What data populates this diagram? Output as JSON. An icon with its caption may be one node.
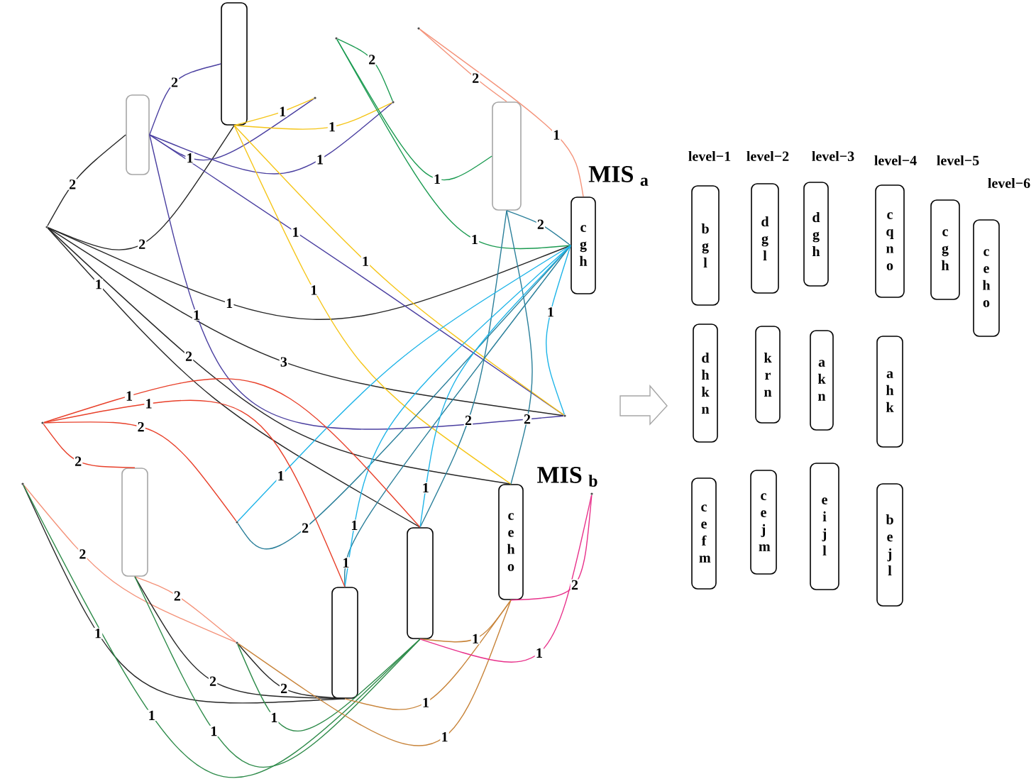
{
  "diagram": {
    "nodes": [
      {
        "text": [],
        "shape": "box"
      },
      {
        "text": [],
        "shape": "box"
      },
      {
        "text": [],
        "shape": "box"
      },
      {
        "text": [
          "c g h"
        ],
        "beside": [
          "MIS $_{a}$"
        ]
      },
      {
        "text": [],
        "shape": "box"
      },
      {
        "text": [],
        "shape": "box"
      },
      {
        "text": [],
        "shape": "box"
      },
      {
        "text": [
          "c e h o"
        ],
        "beside": [
          "MIS $_{b}$"
        ]
      },
      {
        "text": [],
        "shape": "point"
      },
      {
        "text": [],
        "shape": "point"
      },
      {
        "text": [],
        "shape": "point"
      },
      {
        "text": [],
        "shape": "point"
      },
      {
        "text": [],
        "shape": "point"
      },
      {
        "text": [],
        "shape": "point"
      },
      {
        "text": [],
        "shape": "point"
      },
      {
        "text": [],
        "shape": "point"
      },
      {
        "text": [],
        "shape": "point"
      },
      {
        "text": [],
        "shape": "point"
      },
      {
        "text": [],
        "shape": "point"
      },
      {
        "text": [
          "b g l"
        ]
      },
      {
        "text": [
          "d h k n"
        ]
      },
      {
        "text": [
          "c e f m"
        ]
      },
      {
        "text": [
          "d g l"
        ]
      },
      {
        "text": [
          "k r n"
        ]
      },
      {
        "text": [
          "c e j m"
        ]
      },
      {
        "text": [
          "d g h"
        ]
      },
      {
        "text": [
          "a k n"
        ]
      },
      {
        "text": [
          "e i j l"
        ]
      },
      {
        "text": [
          "c q n o"
        ]
      },
      {
        "text": [
          "a h k"
        ]
      },
      {
        "text": [
          "b e j l"
        ]
      },
      {
        "text": [
          "c g h"
        ]
      },
      {
        "text": [
          "c e h o"
        ]
      }
    ],
    "edges": [
      {
        "from": 8,
        "to": 0,
        "arrow": "none",
        "label": "2"
      },
      {
        "from": 8,
        "to": 1,
        "arrow": "none",
        "label": "2"
      },
      {
        "from": 8,
        "to": 3,
        "arrow": "none",
        "label": "1"
      },
      {
        "from": 8,
        "to": 14,
        "arrow": "none",
        "label": "3"
      },
      {
        "from": 8,
        "to": 6,
        "arrow": "none",
        "label": "1"
      },
      {
        "from": 8,
        "to": 7,
        "arrow": "none",
        "label": "2"
      },
      {
        "from": 0,
        "to": 1,
        "arrow": "none",
        "label": "2",
        "color": "#4a3fa0"
      },
      {
        "from": 0,
        "to": 11,
        "arrow": "none",
        "label": "1",
        "color": "#4a3fa0"
      },
      {
        "from": 0,
        "to": 12,
        "arrow": "none",
        "label": "1",
        "color": "#4a3fa0"
      },
      {
        "from": 0,
        "to": 14,
        "arrow": "none",
        "label": "1",
        "color": "#4a3fa0"
      },
      {
        "from": 0,
        "to": 14,
        "arrow": "none",
        "label": "1",
        "color": "#4a3fa0"
      },
      {
        "from": 1,
        "to": 11,
        "arrow": "none",
        "label": "1",
        "color": "#f5c518"
      },
      {
        "from": 1,
        "to": 12,
        "arrow": "none",
        "label": "1",
        "color": "#f5c518"
      },
      {
        "from": 1,
        "to": 14,
        "arrow": "none",
        "label": "1",
        "color": "#f5c518"
      },
      {
        "from": 1,
        "to": 7,
        "arrow": "none",
        "label": "1",
        "color": "#f5c518"
      },
      {
        "from": 10,
        "to": 12,
        "arrow": "none",
        "label": "2",
        "color": "#1a9a50"
      },
      {
        "from": 10,
        "to": 2,
        "arrow": "none",
        "label": "1",
        "color": "#1a9a50"
      },
      {
        "from": 10,
        "to": 3,
        "arrow": "none",
        "label": "1",
        "color": "#1a9a50"
      },
      {
        "from": 13,
        "to": 2,
        "arrow": "none",
        "label": "2",
        "color": "#f4937a"
      },
      {
        "from": 13,
        "to": 3,
        "arrow": "none",
        "label": "1",
        "color": "#f4937a"
      },
      {
        "from": 2,
        "to": 3,
        "arrow": "none",
        "label": "2",
        "color": "#2a7f9a"
      },
      {
        "from": 2,
        "to": 7,
        "arrow": "none",
        "label": "2",
        "color": "#2a7f9a"
      },
      {
        "from": 2,
        "to": 6,
        "arrow": "none",
        "label": "2",
        "color": "#2a7f9a"
      },
      {
        "from": 3,
        "to": 15,
        "arrow": "none",
        "label": "2",
        "color": "#2a7f9a"
      },
      {
        "from": 3,
        "to": 5,
        "arrow": "none",
        "label": "1",
        "color": "#2a7f9a"
      },
      {
        "from": 3,
        "to": 15,
        "arrow": "none",
        "label": "1",
        "color": "#1eb4e8"
      },
      {
        "from": 3,
        "to": 14,
        "arrow": "none",
        "label": "1",
        "color": "#1eb4e8"
      },
      {
        "from": 3,
        "to": 5,
        "arrow": "none",
        "label": "1",
        "color": "#1eb4e8"
      },
      {
        "from": 3,
        "to": 6,
        "arrow": "none",
        "label": "1",
        "color": "#1eb4e8"
      },
      {
        "from": 9,
        "to": 6,
        "arrow": "none",
        "label": "1",
        "color": "#e8402a"
      },
      {
        "from": 9,
        "to": 5,
        "arrow": "none",
        "label": "1",
        "color": "#e8402a"
      },
      {
        "from": 9,
        "to": 15,
        "arrow": "none",
        "label": "2",
        "color": "#e8402a"
      },
      {
        "from": 9,
        "to": 4,
        "arrow": "none",
        "label": "2",
        "color": "#e8402a"
      },
      {
        "from": 17,
        "to": 16,
        "arrow": "none",
        "label": "2",
        "color": "#f4937a"
      },
      {
        "from": 4,
        "to": 16,
        "arrow": "none",
        "label": "2",
        "color": "#f4937a"
      },
      {
        "from": 17,
        "to": 5,
        "arrow": "none",
        "label": "1"
      },
      {
        "from": 4,
        "to": 5,
        "arrow": "none",
        "label": "2"
      },
      {
        "from": 16,
        "to": 5,
        "arrow": "none",
        "label": "2"
      },
      {
        "from": 17,
        "to": 6,
        "arrow": "none",
        "label": "1",
        "color": "#2e8b4a"
      },
      {
        "from": 4,
        "to": 6,
        "arrow": "none",
        "label": "1",
        "color": "#2e8b4a"
      },
      {
        "from": 16,
        "to": 6,
        "arrow": "none",
        "label": "1",
        "color": "#2e8b4a"
      },
      {
        "from": 16,
        "to": 7,
        "arrow": "none",
        "label": "1",
        "color": "#c8843a"
      },
      {
        "from": 5,
        "to": 7,
        "arrow": "none",
        "label": "1",
        "color": "#c8843a"
      },
      {
        "from": 6,
        "to": 7,
        "arrow": "none",
        "label": "1",
        "color": "#c8843a"
      },
      {
        "from": 18,
        "to": 7,
        "arrow": "none",
        "label": "2",
        "color": "#e8308a"
      },
      {
        "from": 18,
        "to": 6,
        "arrow": "none",
        "label": "1",
        "color": "#e8308a"
      }
    ],
    "labels": [
      "level−1",
      "level−2",
      "level−3",
      "level−4",
      "level−5",
      "level−6"
    ]
  }
}
